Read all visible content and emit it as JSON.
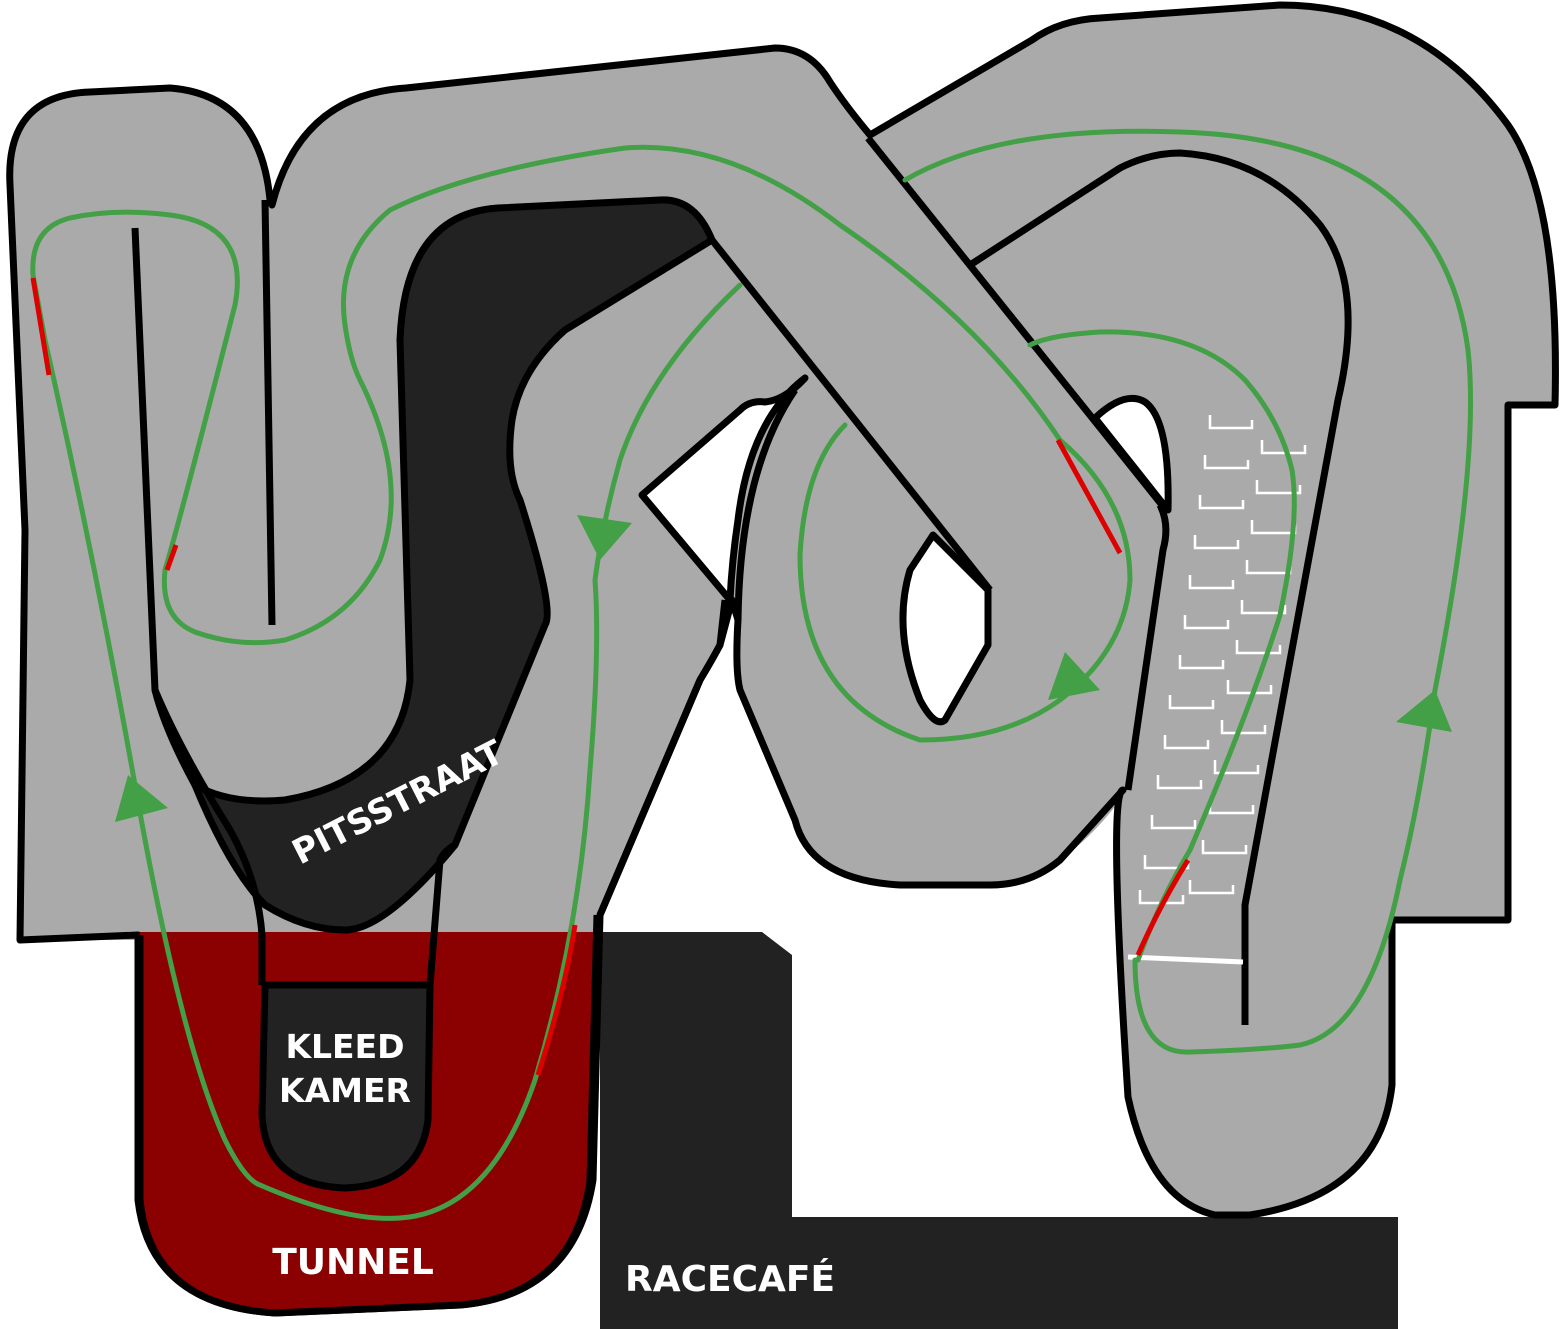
{
  "map": {
    "labels": {
      "pit_lane": "PITSSTRAAT",
      "changing_room_line1": "KLEED",
      "changing_room_line2": "KAMER",
      "tunnel": "TUNNEL",
      "race_cafe": "RACECAFÉ"
    },
    "colors": {
      "track": "#aaaaaa",
      "outline": "#000000",
      "pit_area": "#222222",
      "tunnel": "#8b0000",
      "racing_line": "#43a047",
      "braking_zone": "#dd0000",
      "tire_barrier": "#ffffff",
      "start_finish_line": "#ffffff"
    }
  }
}
